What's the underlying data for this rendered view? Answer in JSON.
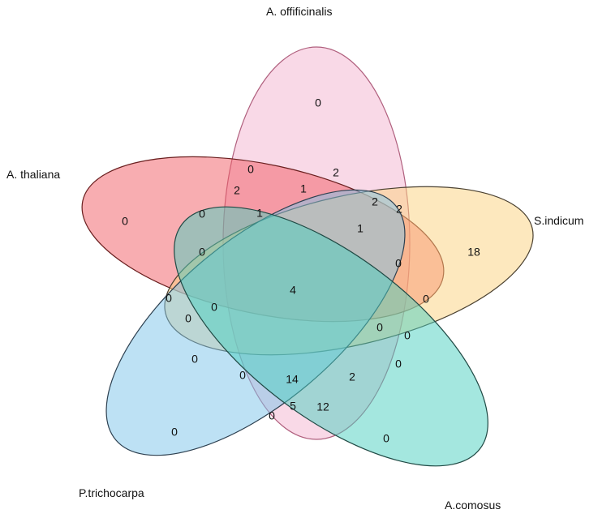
{
  "sets": [
    {
      "key": "officinalis",
      "name": "A. offificinalis",
      "fill": "#f3b3cf",
      "stroke": "#b0607e"
    },
    {
      "key": "thaliana",
      "name": "A. thaliana",
      "fill": "#f25c63",
      "stroke": "#6a1f1f"
    },
    {
      "key": "indicum",
      "name": "S.indicum",
      "fill": "#fbd27e",
      "stroke": "#4a4030"
    },
    {
      "key": "trichocarpa",
      "name": "P.trichocarpa",
      "fill": "#7cc3ea",
      "stroke": "#2d4050"
    },
    {
      "key": "comosus",
      "name": "A.comosus",
      "fill": "#49d0bf",
      "stroke": "#204a45"
    }
  ],
  "counts": {
    "officinalis_only": "0",
    "thaliana_only": "0",
    "indicum_only": "18",
    "trichocarpa_only": "0",
    "comosus_only": "0",
    "r01": "0",
    "r02": "2",
    "r03": "2",
    "r04": "1",
    "r05": "2",
    "r06": "2",
    "r07": "1",
    "r08": "0",
    "r09": "1",
    "r10": "0",
    "r11": "0",
    "r12": "0",
    "r13": "0",
    "r14": "0",
    "r15": "4",
    "r16": "0",
    "r17": "0",
    "r18": "0",
    "r19": "0",
    "r20": "0",
    "r21": "0",
    "r22": "0",
    "r23": "14",
    "r24": "2",
    "r25": "0",
    "r26": "5",
    "r27": "12"
  }
}
